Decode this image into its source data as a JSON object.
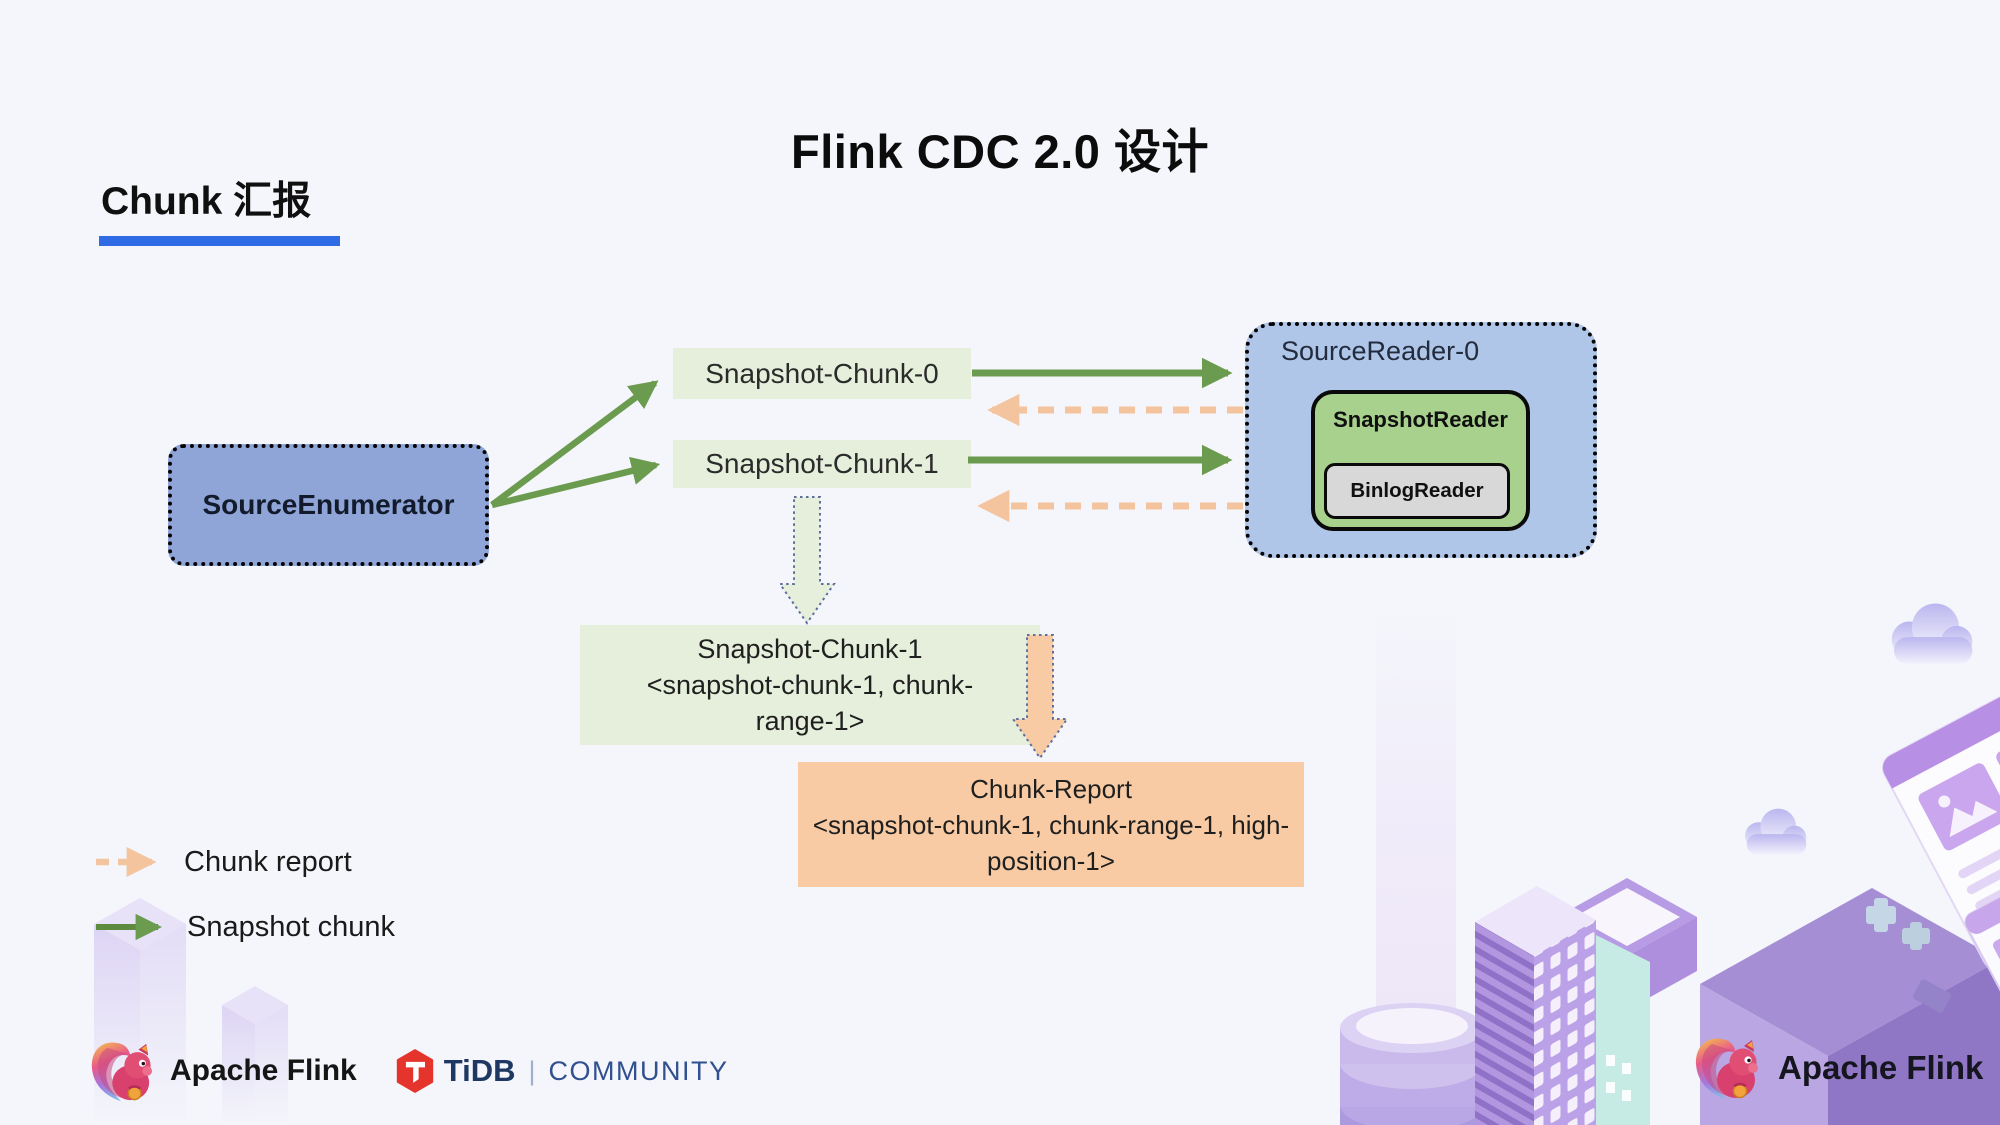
{
  "title": "Flink CDC 2.0 设计",
  "section": {
    "label": "Chunk 汇报"
  },
  "diagram": {
    "source_enumerator": "SourceEnumerator",
    "chunk0": "Snapshot-Chunk-0",
    "chunk1": "Snapshot-Chunk-1",
    "source_reader": "SourceReader-0",
    "snapshot_reader": "SnapshotReader",
    "binlog_reader": "BinlogReader",
    "chunk_detail": {
      "line1": "Snapshot-Chunk-1",
      "line2": "<snapshot-chunk-1, chunk-",
      "line3": "range-1>"
    },
    "chunk_report": {
      "line1": "Chunk-Report",
      "line2": "<snapshot-chunk-1, chunk-range-1, high-",
      "line3": "position-1>"
    }
  },
  "legend": {
    "chunk_report": "Chunk report",
    "snapshot_chunk": "Snapshot chunk"
  },
  "footer": {
    "flink_left": "Apache Flink",
    "tidb": "TiDB",
    "separator": "|",
    "community": "COMMUNITY",
    "flink_right": "Apache Flink"
  },
  "colors": {
    "background": "#F4F6FB",
    "accent_underline": "#2E6BE5",
    "enumerator_fill": "#8FA5D8",
    "reader_fill": "#AFC6E8",
    "snapshot_reader_fill": "#A9D18E",
    "binlog_reader_fill": "#D8D8D8",
    "chunk_box_fill": "#E5EFDB",
    "report_box_fill": "#F8CBA4",
    "arrow_green": "#6B9B4F",
    "arrow_peach": "#F4C49E",
    "tidb_red": "#E5342C",
    "navy_text": "#1E3863"
  }
}
